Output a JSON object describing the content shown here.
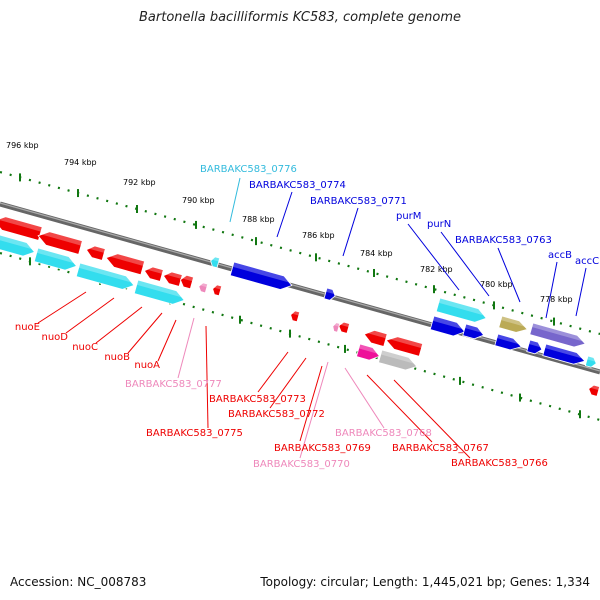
{
  "title": "Bartonella bacilliformis KC583, complete genome",
  "footer": {
    "accession": "Accession: NC_008783",
    "summary": "Topology: circular; Length: 1,445,021 bp; Genes: 1,334"
  },
  "colors": {
    "red": "#ee0000",
    "cyan": "#33ddee",
    "blue": "#0000dd",
    "pink": "#ee88bb",
    "magenta": "#ee1199",
    "grey": "#bbbbbb",
    "olive": "#bbaa55",
    "violet": "#7766cc",
    "green": "#117711",
    "lightblue": "#33bbdd"
  },
  "ticks": [
    "796 kbp",
    "794 kbp",
    "792 kbp",
    "790 kbp",
    "788 kbp",
    "786 kbp",
    "784 kbp",
    "782 kbp",
    "780 kbp",
    "778 kbp"
  ],
  "labels_above": [
    {
      "text": "BARBAKC583_0776",
      "color": "lightblue"
    },
    {
      "text": "BARBAKC583_0774",
      "color": "blue"
    },
    {
      "text": "BARBAKC583_0771",
      "color": "blue"
    },
    {
      "text": "purM",
      "color": "blue"
    },
    {
      "text": "purN",
      "color": "blue"
    },
    {
      "text": "BARBAKC583_0763",
      "color": "blue"
    },
    {
      "text": "accB",
      "color": "blue"
    },
    {
      "text": "accC",
      "color": "blue"
    }
  ],
  "labels_below": [
    {
      "text": "nuoE",
      "color": "red"
    },
    {
      "text": "nuoD",
      "color": "red"
    },
    {
      "text": "nuoC",
      "color": "red"
    },
    {
      "text": "nuoB",
      "color": "red"
    },
    {
      "text": "nuoA",
      "color": "red"
    },
    {
      "text": "BARBAKC583_0777",
      "color": "pink"
    },
    {
      "text": "BARBAKC583_0775",
      "color": "red"
    },
    {
      "text": "BARBAKC583_0773",
      "color": "red"
    },
    {
      "text": "BARBAKC583_0772",
      "color": "red"
    },
    {
      "text": "BARBAKC583_0769",
      "color": "red"
    },
    {
      "text": "BARBAKC583_0770",
      "color": "pink"
    },
    {
      "text": "BARBAKC583_0768",
      "color": "pink"
    },
    {
      "text": "BARBAKC583_0767",
      "color": "red"
    },
    {
      "text": "BARBAKC583_0766",
      "color": "red"
    }
  ]
}
